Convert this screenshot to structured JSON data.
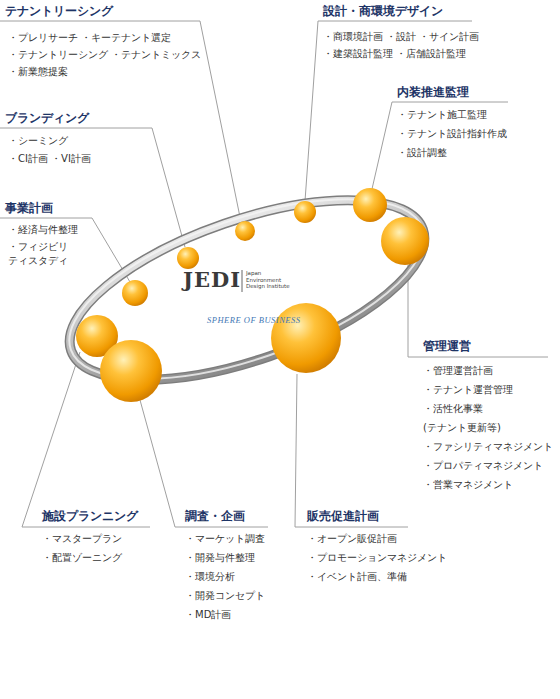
{
  "diagram": {
    "labels": [
      "テナントリーシング",
      "・プレリサーチ ・キーテナント選定",
      "・テナントリーシング ・テナントミックス",
      "・新業態提案",
      "設計・商環境デザイン",
      "・商環境計画 ・設計 ・サイン計画",
      "・建築設計監理 ・店舗設計監理",
      "内装推進監理",
      "・テナント施工監理",
      "・テナント設計指針作成",
      "・設計調整",
      "ブランディング",
      "・シーミング",
      "・CI計画 ・VI計画",
      "事業計画",
      "・経済与件整理",
      "・フィジビリ ティスタディ",
      "JEDI",
      "Japan Environment Design Institute",
      "SPHERE OF BUSINESS",
      "管理運営",
      "・管理運営計画",
      "・テナント運営管理",
      "・活性化事業",
      "(テナント更新等)",
      "・ファシリティマネジメント",
      "・プロパティマネジメント",
      "・営業マネジメント",
      "施設プランニング",
      "・マスタープラン",
      "・配置ゾーニング",
      "調査・企画",
      "・マーケット調査",
      "・開発与件整理",
      "・環境分析",
      "・開発コンセプト",
      "・MD計画",
      "販売促進計画",
      "・オープン販促計画",
      "・プロモーションマネジメント",
      "・イベント計画、準備"
    ]
  }
}
